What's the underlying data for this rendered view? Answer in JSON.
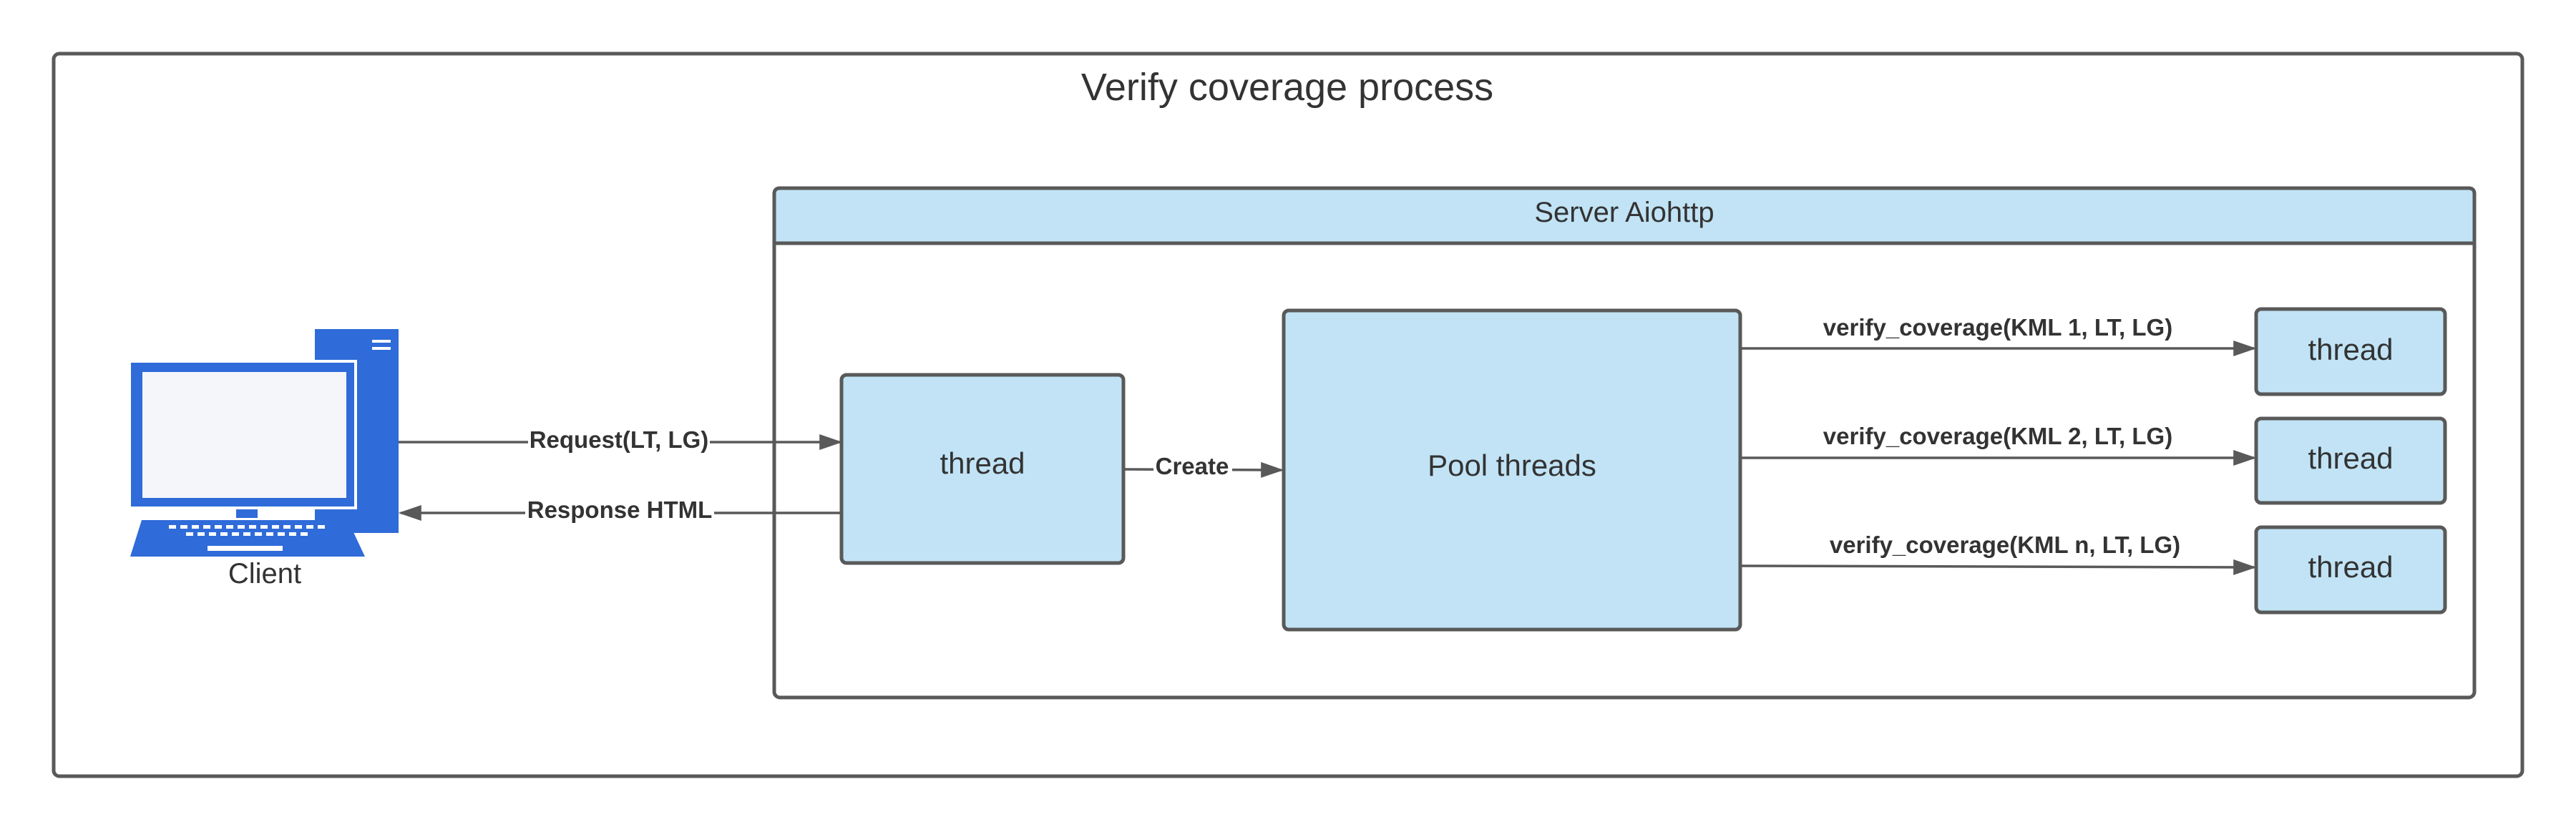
{
  "diagram": {
    "title": "Verify coverage process",
    "server": {
      "title": "Server Aiohttp"
    },
    "client": {
      "label": "Client",
      "icon": "desktop-computer-icon"
    },
    "nodes": {
      "main_thread": "thread",
      "pool": "Pool threads",
      "worker_1": "thread",
      "worker_2": "thread",
      "worker_3": "thread"
    },
    "edges": {
      "request": "Request(LT, LG)",
      "response": "Response HTML",
      "create": "Create",
      "verify_1": "verify_coverage(KML 1, LT, LG)",
      "verify_2": "verify_coverage(KML 2, LT, LG)",
      "verify_n": "verify_coverage(KML n, LT, LG)"
    },
    "colors": {
      "box_fill": "#c1e3f5",
      "stroke": "#595959",
      "client_blue": "#2f6bd9",
      "text": "#333333"
    }
  }
}
